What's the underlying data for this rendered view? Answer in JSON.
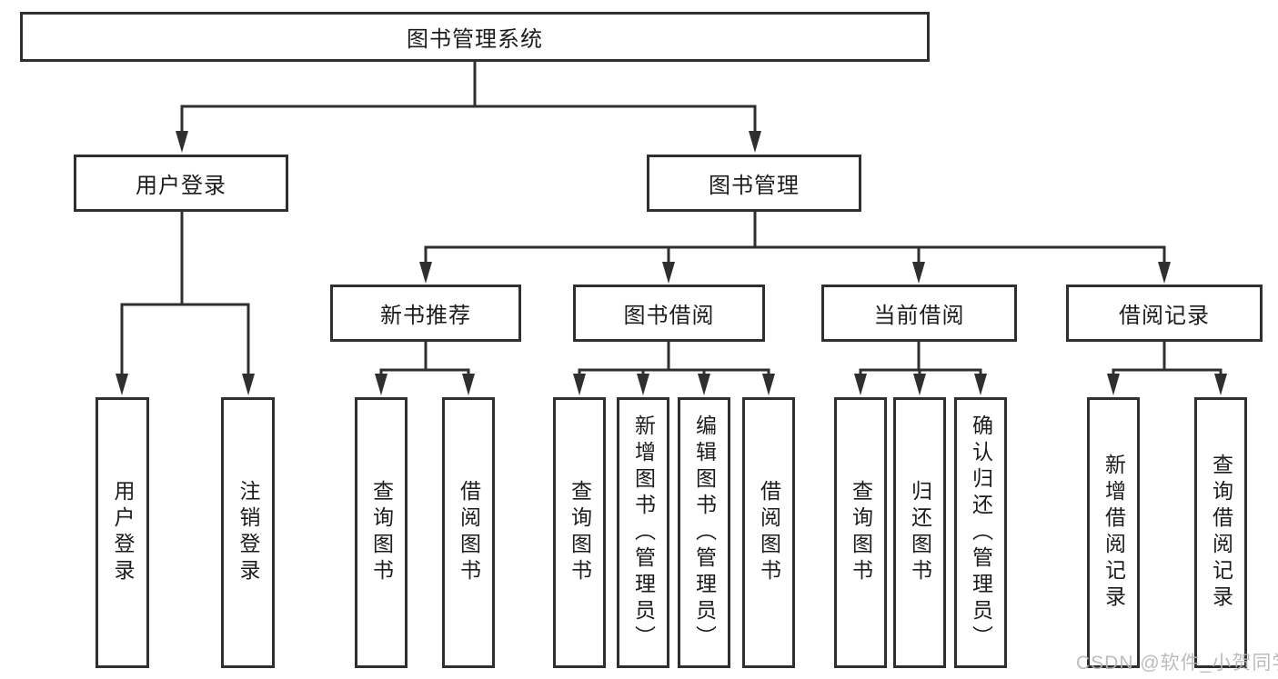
{
  "diagram": {
    "root": {
      "label": "图书管理系统",
      "children": [
        {
          "label": "用户登录",
          "children": [
            {
              "label": "用户登录"
            },
            {
              "label": "注销登录"
            }
          ]
        },
        {
          "label": "图书管理",
          "children": [
            {
              "label": "新书推荐",
              "children": [
                {
                  "label": "查询图书"
                },
                {
                  "label": "借阅图书"
                }
              ]
            },
            {
              "label": "图书借阅",
              "children": [
                {
                  "label": "查询图书"
                },
                {
                  "label": "新增图书（管理员）"
                },
                {
                  "label": "编辑图书（管理员）"
                },
                {
                  "label": "借阅图书"
                }
              ]
            },
            {
              "label": "当前借阅",
              "children": [
                {
                  "label": "查询图书"
                },
                {
                  "label": "归还图书"
                },
                {
                  "label": "确认归还（管理员）"
                }
              ]
            },
            {
              "label": "借阅记录",
              "children": [
                {
                  "label": "新增借阅记录"
                },
                {
                  "label": "查询借阅记录"
                }
              ]
            }
          ]
        }
      ]
    }
  },
  "watermark": {
    "text": "CSDN @软件_小贺同学"
  },
  "colors": {
    "line": "#2f2f2f",
    "text": "#1c1c1c",
    "background": "#ffffff",
    "watermark": "#b5b5b5"
  }
}
